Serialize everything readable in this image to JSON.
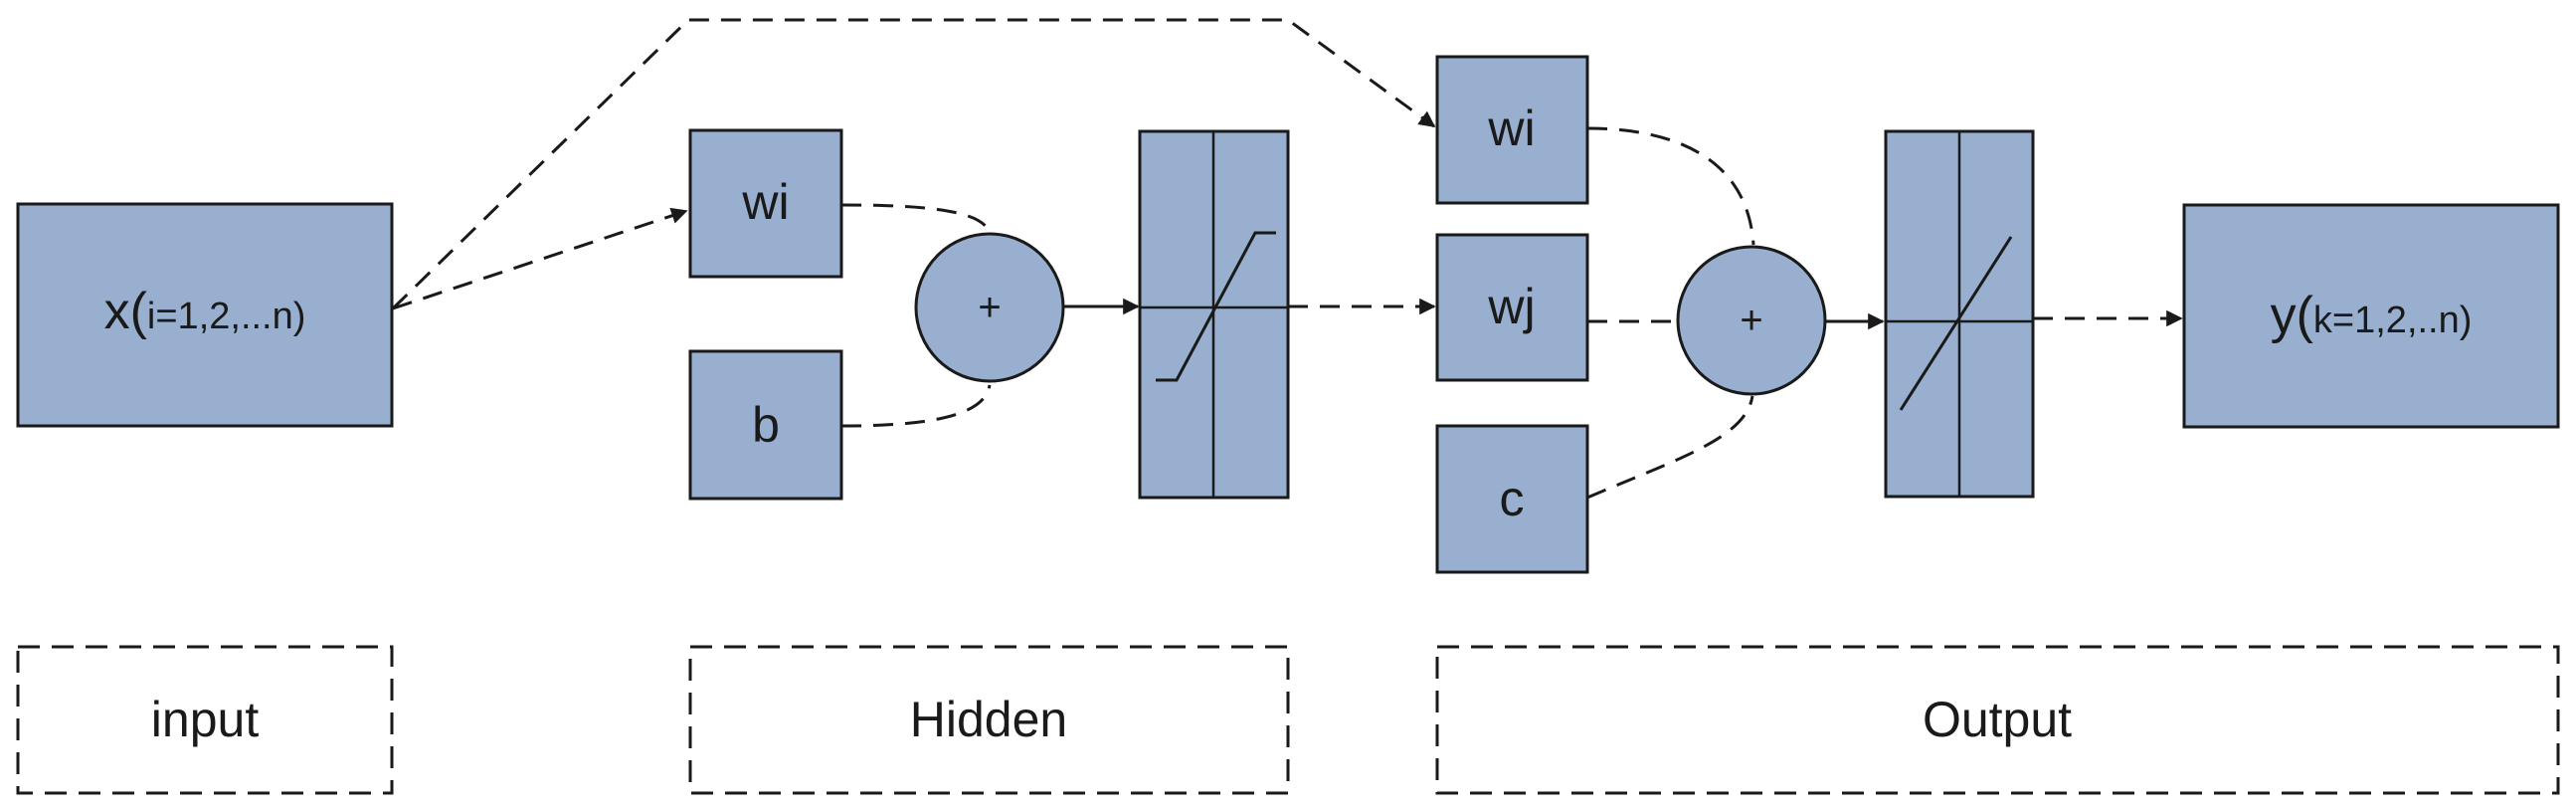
{
  "nodes": {
    "input_x": {
      "var": "x",
      "sub": "i=1,2,...n)",
      "paren": "("
    },
    "hidden_wi": {
      "label": "wi"
    },
    "hidden_b": {
      "label": "b"
    },
    "hidden_sum": {
      "label": "+"
    },
    "output_wi": {
      "label": "wi"
    },
    "output_wj": {
      "label": "wj"
    },
    "output_c": {
      "label": "c"
    },
    "output_sum": {
      "label": "+"
    },
    "output_y": {
      "var": "y",
      "sub": "k=1,2,..n)",
      "paren": "("
    }
  },
  "stages": {
    "input": "input",
    "hidden": "Hidden",
    "output": "Output"
  },
  "colors": {
    "node_fill": "#98afcf",
    "stroke": "#1a1a1a",
    "background": "#ffffff"
  }
}
